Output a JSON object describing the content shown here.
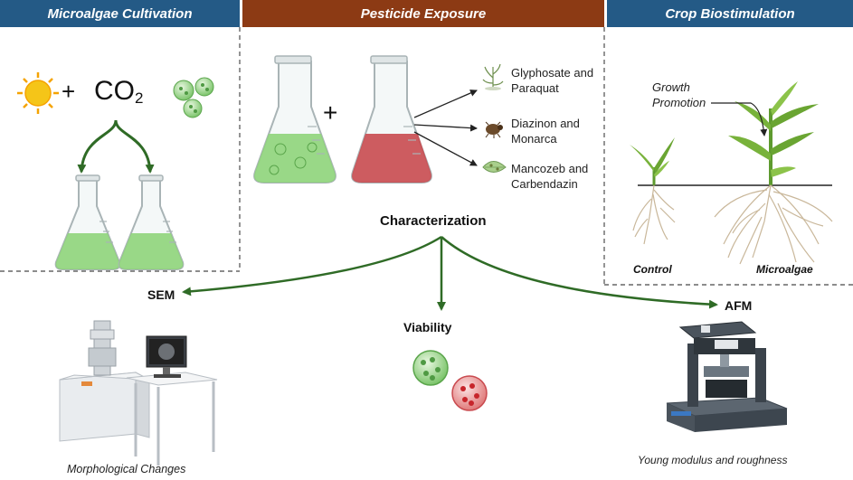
{
  "panels": {
    "cultivation": {
      "title": "Microalgae Cultivation",
      "plus": "+",
      "co2": "CO",
      "co2_sub": "2"
    },
    "exposure": {
      "title": "Pesticide Exposure",
      "plus": "+",
      "pesticides": [
        {
          "line1": "Glyphosate and",
          "line2": "Paraquat",
          "icon": "weed-plant-icon"
        },
        {
          "line1": "Diazinon and",
          "line2": "Monarca",
          "icon": "beetle-icon"
        },
        {
          "line1": "Mancozeb and",
          "line2": "Carbendazin",
          "icon": "leaf-fungus-icon"
        }
      ]
    },
    "crop": {
      "title": "Crop Biostimulation",
      "growth_line1": "Growth",
      "growth_line2": "Promotion",
      "control": "Control",
      "microalgae": "Microalgae"
    }
  },
  "characterization": {
    "title": "Characterization",
    "branches": {
      "sem": {
        "label": "SEM",
        "caption": "Morphological Changes",
        "icon": "sem-microscope-icon"
      },
      "viability": {
        "label": "Viability",
        "icon": "live-dead-cells-icon"
      },
      "afm": {
        "label": "AFM",
        "caption": "Young modulus and roughness",
        "icon": "afm-microscope-icon"
      }
    }
  },
  "colors": {
    "banner_blue": "#245a86",
    "banner_brown": "#8c3a14",
    "arrow_green": "#2f6b26",
    "algae_green": "#7cc56b",
    "pesticide_red": "#c94a4f",
    "sun_yellow": "#f5c518"
  }
}
